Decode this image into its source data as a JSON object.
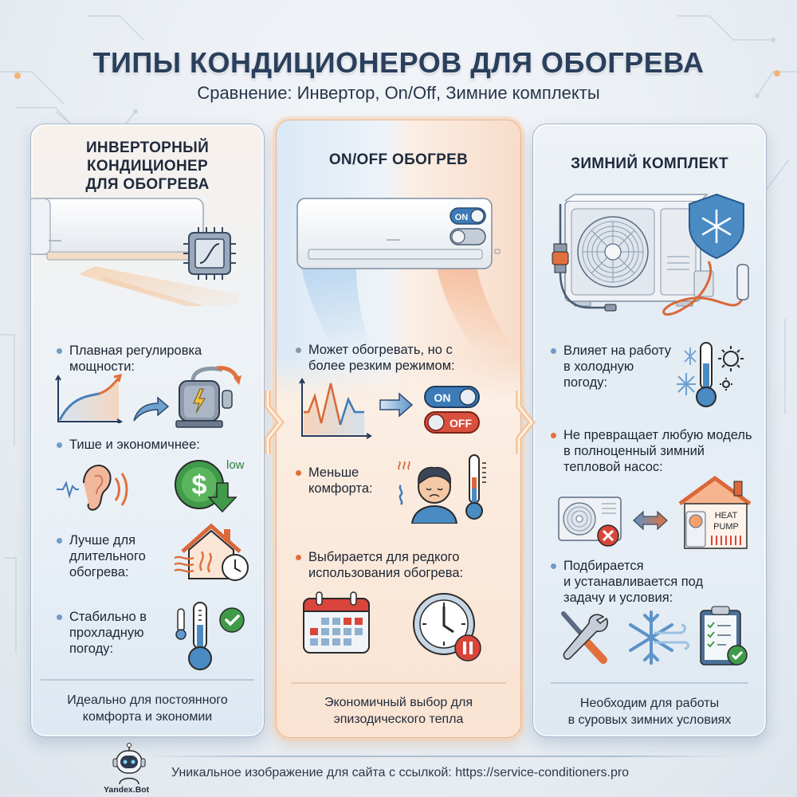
{
  "header": {
    "title": "ТИПЫ КОНДИЦИОНЕРОВ ДЛЯ ОБОГРЕВА",
    "subtitle": "Сравнение: Инвертор, On/Off, Зимние комплекты"
  },
  "colors": {
    "title": "#2a3f5c",
    "blue_accent": "#4a8bc4",
    "orange_accent": "#e0703e",
    "green_accent": "#3f9a4a",
    "red_accent": "#d9453a"
  },
  "cards": [
    {
      "title_lines": [
        "ИНВЕРТОРНЫЙ",
        "КОНДИЦИОНЕР",
        "ДЛЯ ОБОГРЕВА"
      ],
      "hero_icon": "inverter-ac-unit-with-chip",
      "bullets": [
        {
          "lines": [
            "Плавная регулировка",
            "мощности:"
          ],
          "icons": [
            "smooth-growth-chart-icon",
            "arrow-icon",
            "compressor-icon"
          ]
        },
        {
          "lines": [
            "Тише и экономичнее:"
          ],
          "icons": [
            "ear-sound-icon",
            "dollar-down-icon"
          ],
          "badge": "low"
        },
        {
          "lines": [
            "Лучше для",
            "длительного",
            "обогрева:"
          ],
          "icons": [
            "warm-house-clock-icon"
          ]
        },
        {
          "lines": [
            "Стабильно в",
            "прохладную",
            "погоду:"
          ],
          "icons": [
            "thermometer-icon",
            "check-icon"
          ]
        }
      ],
      "footer_lines": [
        "Идеально для постоянного",
        "комфорта и экономии"
      ]
    },
    {
      "title_lines": [
        "ON/OFF ОБОГРЕВ"
      ],
      "hero_icon": "on-off-ac-unit",
      "hero_toggle_label": "ON",
      "bullets": [
        {
          "lines": [
            "Может обогревать, но с",
            "более резким режимом:"
          ],
          "icons": [
            "spiky-chart-icon",
            "arrow-icon",
            "on-toggle-icon",
            "off-toggle-icon"
          ],
          "toggle_on": "ON",
          "toggle_off": "OFF"
        },
        {
          "lines": [
            "Меньше",
            "комфорта:"
          ],
          "icons": [
            "uncomfortable-person-icon",
            "thermometer-icon"
          ]
        },
        {
          "lines": [
            "Выбирается для редкого",
            "использования обогрева:"
          ],
          "icons": [
            "calendar-icon",
            "clock-pause-icon"
          ]
        }
      ],
      "footer_lines": [
        "Экономичный выбор для",
        "эпизодического тепла"
      ]
    },
    {
      "title_lines": [
        "ЗИМНИЙ КОМПЛЕКТ"
      ],
      "hero_icon": "outdoor-unit-winter-kit",
      "bullets": [
        {
          "lines": [
            "Влияет на работу",
            "в холодную",
            "погоду:"
          ],
          "icons": [
            "snowflake-thermometer-gear-icon"
          ]
        },
        {
          "lines": [
            "Не превращает любую модель",
            "в полноценный зимний",
            "тепловой насос:"
          ],
          "icons": [
            "outdoor-unit-x-icon",
            "double-arrow-icon",
            "heat-pump-house-icon"
          ],
          "heat_pump_label": [
            "HEAT",
            "PUMP"
          ]
        },
        {
          "lines": [
            "Подбирается",
            "и устанавливается под",
            "задачу и условия:"
          ],
          "icons": [
            "tools-icon",
            "snowflake-wind-icon",
            "checklist-icon"
          ]
        }
      ],
      "footer_lines": [
        "Необходим для работы",
        "в суровых зимних условиях"
      ]
    }
  ],
  "footer": {
    "bot_label": "Yandex.Bot",
    "credit": "Уникальное изображение для сайта с ссылкой: https://service-conditioners.pro"
  }
}
